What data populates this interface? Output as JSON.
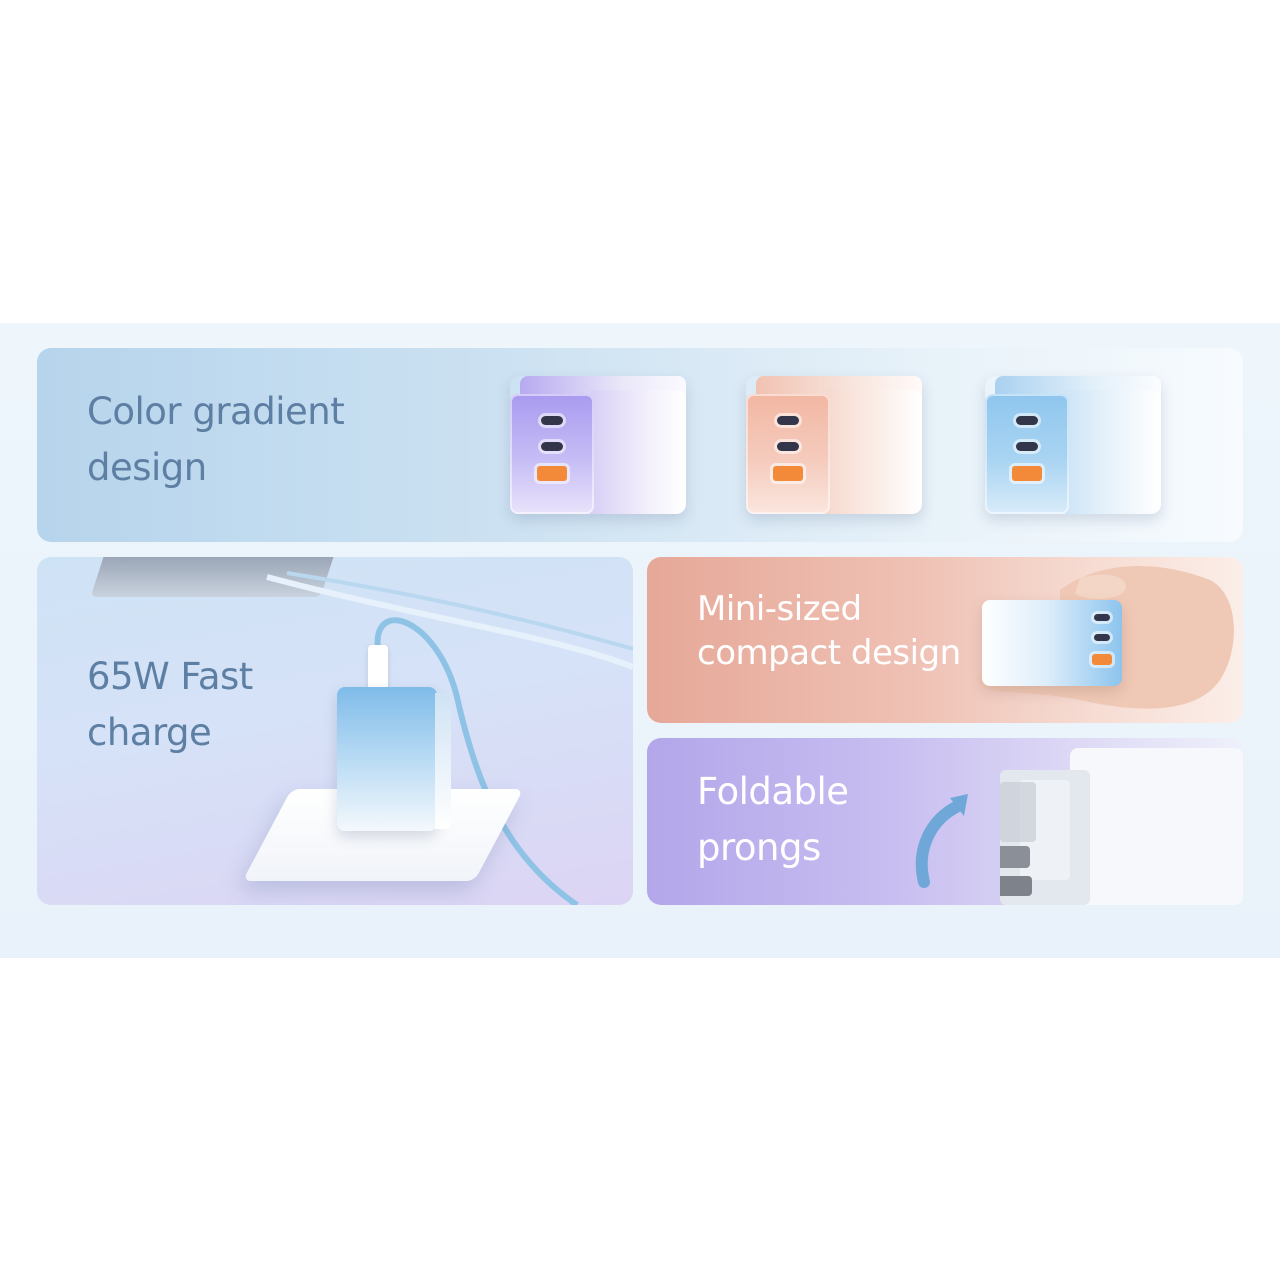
{
  "panels": {
    "color": {
      "caption": "Color gradient\ndesign"
    },
    "fast_charge": {
      "caption": "65W Fast\ncharge"
    },
    "mini": {
      "caption": "Mini-sized\ncompact design"
    },
    "foldable": {
      "caption": "Foldable\nprongs"
    }
  },
  "colors": {
    "caption_dark": "#5e7fa4",
    "caption_light": "#ffffff",
    "variants": [
      "purple",
      "peach",
      "blue"
    ]
  }
}
